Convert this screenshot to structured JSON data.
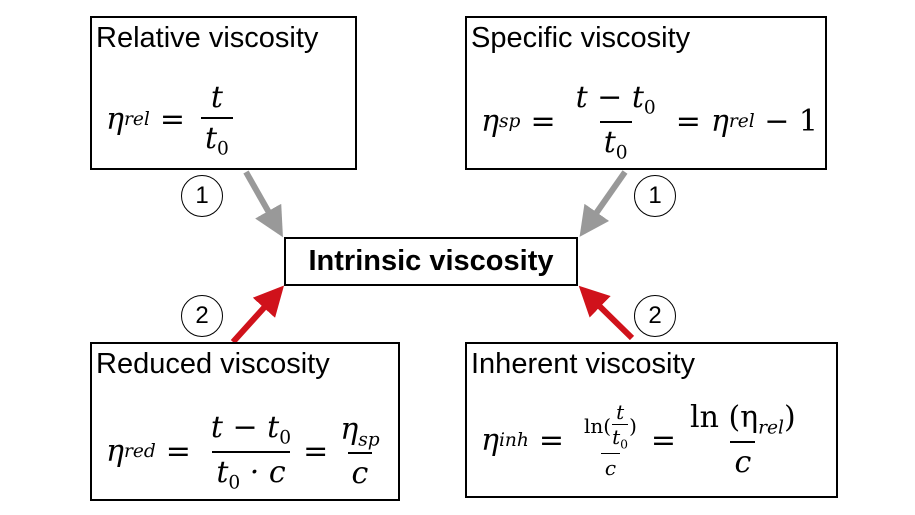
{
  "center": {
    "label": "Intrinsic viscosity"
  },
  "boxes": {
    "relative": {
      "title": "Relative viscosity",
      "eta": "η",
      "sub": "rel",
      "eq": "=",
      "num": "t",
      "den_t": "t",
      "den_0": "0"
    },
    "specific": {
      "title": "Specific viscosity",
      "eta": "η",
      "sub": "sp",
      "eq": "=",
      "num_t": "t − t",
      "num_0": "0",
      "den_t": "t",
      "den_0": "0",
      "eq2": "=",
      "rhs_eta": "η",
      "rhs_sub": "rel",
      "rhs_tail": " − 1"
    },
    "reduced": {
      "title": "Reduced viscosity",
      "eta": "η",
      "sub": "red",
      "eq": "=",
      "num_t": "t − t",
      "num_0": "0",
      "den_t": "t",
      "den_0": "0",
      "den_tail": " · c",
      "eq2": "=",
      "rhs_eta": "η",
      "rhs_sub": "sp",
      "rhs_den": "c"
    },
    "inherent": {
      "title": "Inherent viscosity",
      "eta": "η",
      "sub": "inh",
      "eq": "=",
      "ln": "ln(",
      "inner_num": "t",
      "inner_den_t": "t",
      "inner_den_0": "0",
      "close": ")",
      "den": "c",
      "eq2": "=",
      "rhs_num": "ln (η",
      "rhs_sub": "rel",
      "rhs_close": ")",
      "rhs_den": "c"
    }
  },
  "steps": {
    "one": "1",
    "two": "2"
  },
  "colors": {
    "gray_arrow": "#999999",
    "red_arrow": "#d0121b"
  }
}
